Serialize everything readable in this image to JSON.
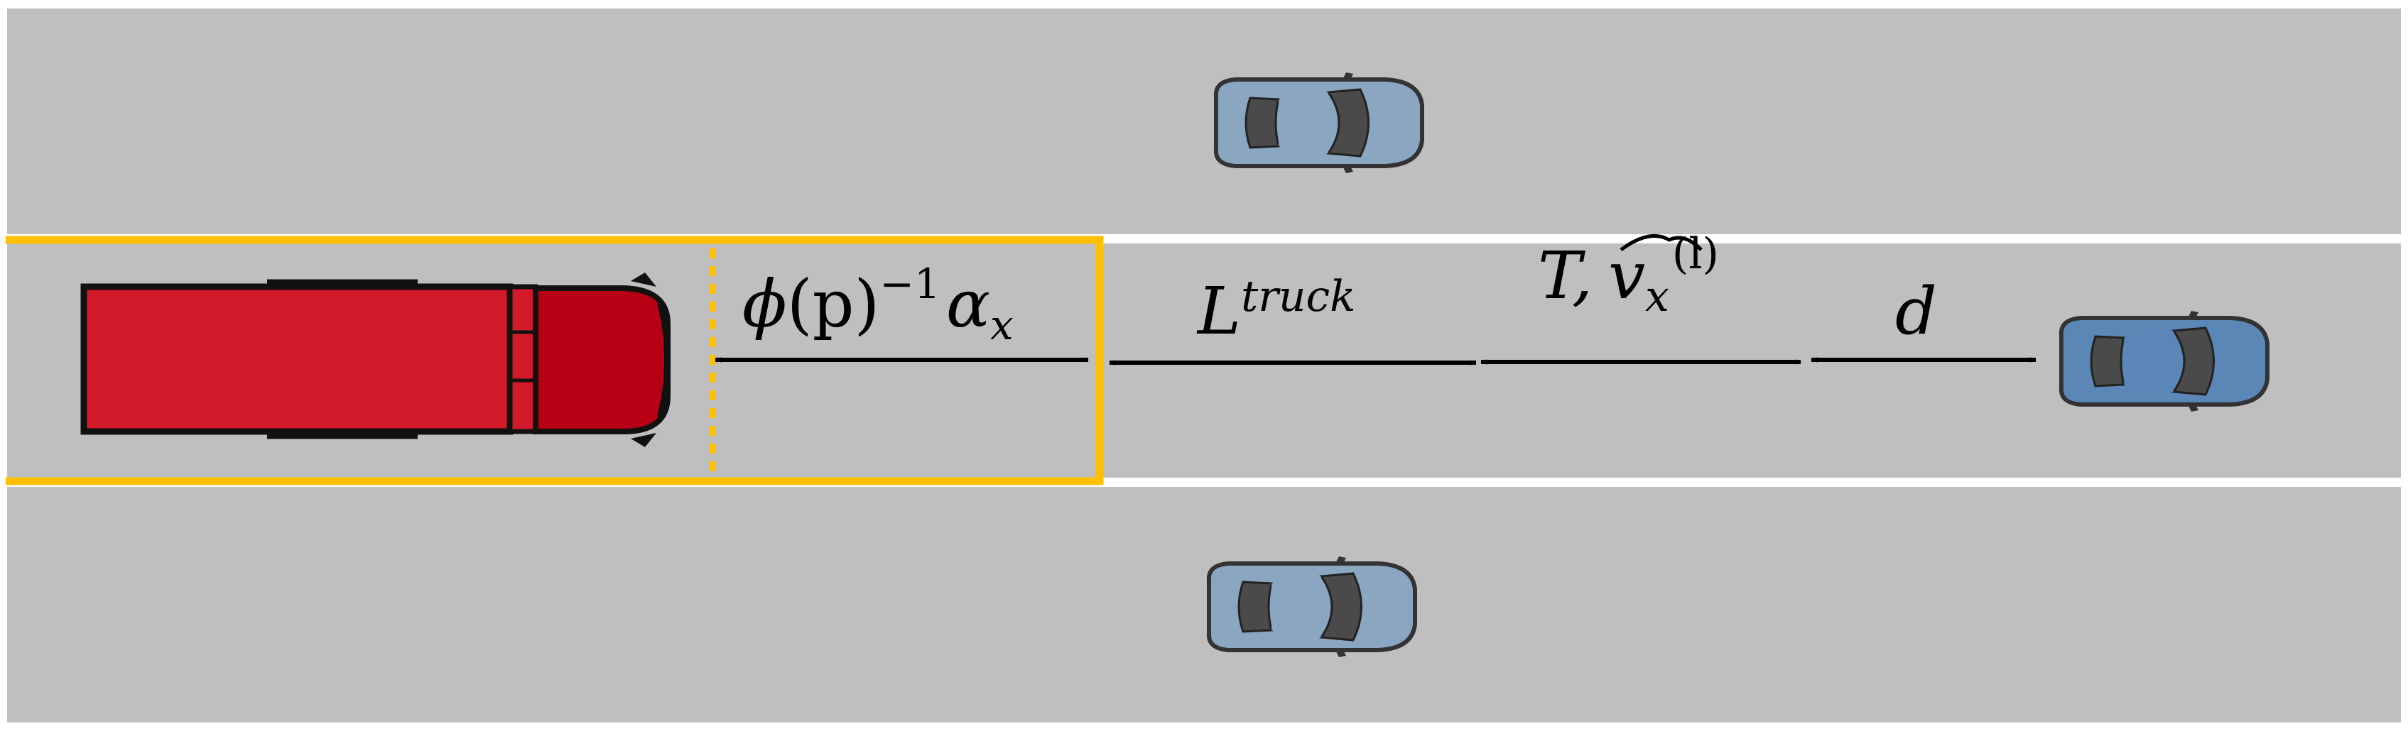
{
  "diagram": {
    "road_color": "#bfbfbf",
    "lane_line_color": "#ffffff",
    "zone_color": "#ffc000",
    "truck_color": "#d31a2b",
    "truck_cab_color": "#b80014",
    "ego_car_color": "#5b87b7",
    "faded_car_color": "#8aa6c0",
    "labels": {
      "safety_gap": {
        "phi": "ϕ",
        "arg": "(p)",
        "exp": "−1",
        "alpha": "α",
        "sub": "x"
      },
      "truck_length": {
        "base": "L",
        "sup": "truck"
      },
      "time_speed": {
        "t": "T,",
        "v": "v",
        "sub": "x",
        "sup": "(l)"
      },
      "distance": "d"
    }
  }
}
